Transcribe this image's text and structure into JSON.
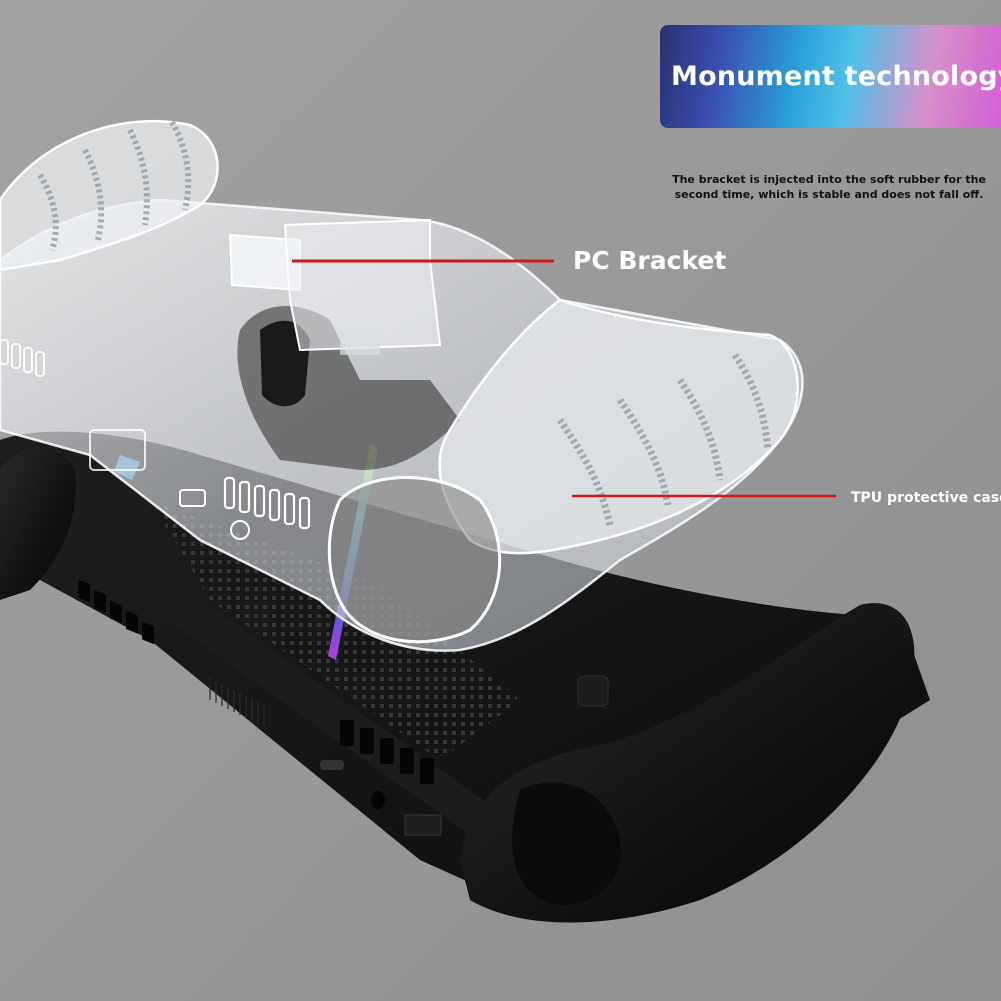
{
  "badge": {
    "title": "Monument technology"
  },
  "caption": {
    "line1": "The bracket is injected into the soft rubber for the",
    "line2": "second time, which is stable and does not fall off."
  },
  "callouts": {
    "pc_bracket": "PC Bracket",
    "tpu_case": "TPU protective case"
  },
  "colors": {
    "background": "#9a9a9a",
    "callout_line": "#d01818",
    "device_body": "#121212",
    "case_clear": "#e8ecf0"
  }
}
